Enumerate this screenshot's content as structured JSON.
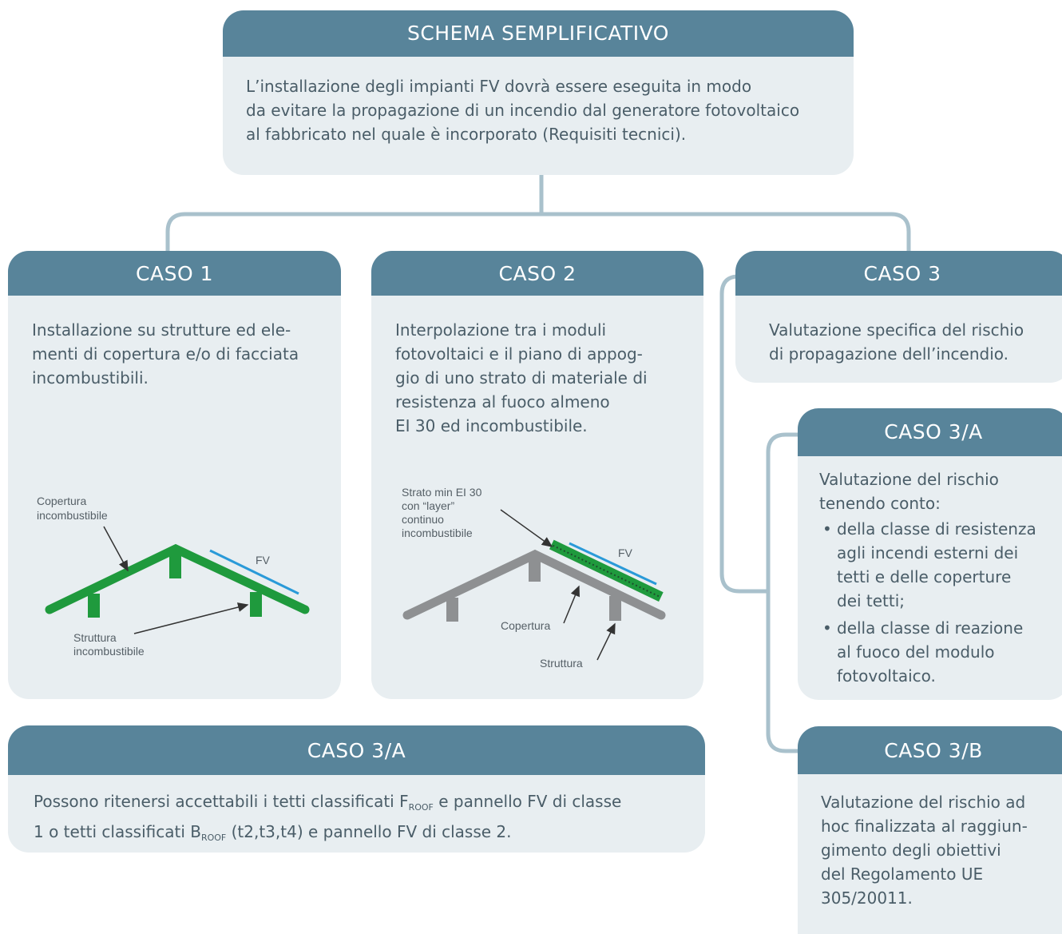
{
  "top": {
    "title": "SCHEMA SEMPLIFICATIVO",
    "lines": [
      "L’installazione degli impianti FV dovrà essere eseguita in modo",
      "da evitare la propagazione di un incendio dal generatore fotovoltaico",
      "al fabbricato nel quale è incorporato (Requisiti tecnici)."
    ]
  },
  "caso1": {
    "title": "CASO 1",
    "lines": [
      "Installazione su strutture ed ele-",
      "menti di copertura e/o di facciata",
      "incombustibili."
    ],
    "labels": {
      "copertura_1": "Copertura",
      "copertura_2": "incombustibile",
      "fv": "FV",
      "struttura_1": "Struttura",
      "struttura_2": "incombustibile"
    }
  },
  "caso2": {
    "title": "CASO 2",
    "lines": [
      "Interpolazione tra i moduli",
      "fotovoltaici e il piano di appog-",
      "gio di uno strato di materiale di",
      "resistenza al fuoco almeno",
      "EI 30 ed incombustibile."
    ],
    "labels": {
      "strato_1": "Strato min EI 30",
      "strato_2": "con “layer”",
      "strato_3": "continuo",
      "strato_4": "incombustibile",
      "fv": "FV",
      "copertura": "Copertura",
      "struttura": "Struttura"
    }
  },
  "caso3": {
    "title": "CASO 3",
    "lines": [
      "Valutazione specifica del rischio",
      "di propagazione dell’incendio."
    ]
  },
  "caso3a_right": {
    "title": "CASO 3/A",
    "lines": [
      "Valutazione del rischio",
      "tenendo conto:"
    ],
    "bullets": [
      [
        "della classe di resistenza",
        "agli incendi esterni dei",
        "tetti e delle coperture",
        "dei tetti;"
      ],
      [
        "della classe di reazione",
        "al fuoco del modulo",
        "fotovoltaico."
      ]
    ]
  },
  "caso3b": {
    "title": "CASO 3/B",
    "lines": [
      "Valutazione del rischio ad",
      "hoc finalizzata al raggiun-",
      "gimento degli obiettivi",
      "del Regolamento UE",
      "305/20011."
    ]
  },
  "caso3a_bottom": {
    "title": "CASO 3/A",
    "line1_a": "Possono ritenersi accettabili i tetti classificati F",
    "line1_sub": "ROOF",
    "line1_b": " e pannello FV di classe",
    "line2_a": "1 o tetti classificati B",
    "line2_sub": "ROOF",
    "line2_b": " (t2,t3,t4) e pannello FV di classe 2."
  },
  "colors": {
    "header": "#58849a",
    "box": "#e8eef1",
    "connector": "#a9c1cc",
    "green": "#1f9a3d",
    "blue": "#2a9ad8",
    "gray": "#8e9092"
  }
}
